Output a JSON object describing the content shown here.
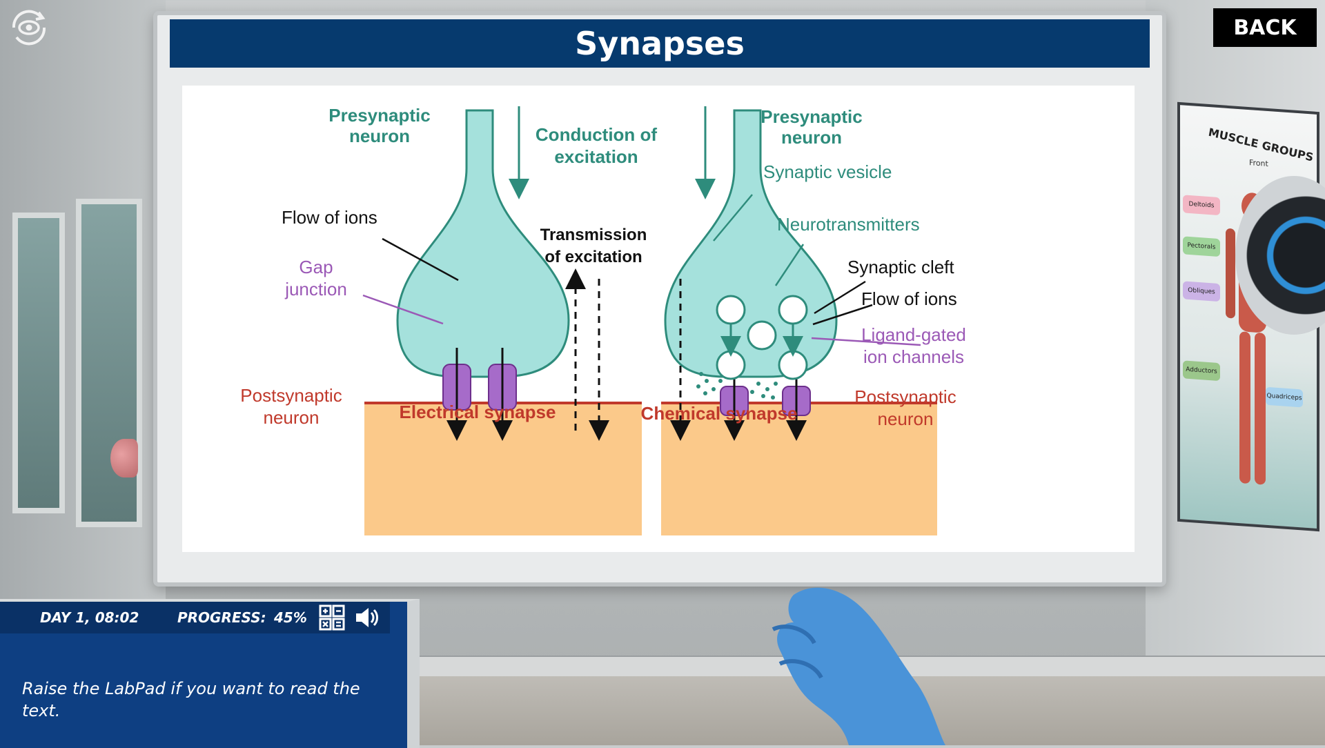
{
  "board": {
    "title": "Synapses"
  },
  "diagram": {
    "presynaptic_left_line1": "Presynaptic",
    "presynaptic_left_line2": "neuron",
    "conduction_line1": "Conduction of",
    "conduction_line2": "excitation",
    "presynaptic_right_line1": "Presynaptic",
    "presynaptic_right_line2": "neuron",
    "synaptic_vesicle": "Synaptic vesicle",
    "neurotransmitters": "Neurotransmitters",
    "flow_of_ions_left": "Flow of ions",
    "transmission_line1": "Transmission",
    "transmission_line2": "of excitation",
    "gap_junction_line1": "Gap",
    "gap_junction_line2": "junction",
    "synaptic_cleft": "Synaptic cleft",
    "flow_of_ions_right": "Flow of ions",
    "ligand_line1": "Ligand-gated",
    "ligand_line2": "ion channels",
    "postsynaptic_left_line1": "Postsynaptic",
    "postsynaptic_left_line2": "neuron",
    "electrical_synapse": "Electrical synapse",
    "chemical_synapse": "Chemical synapse",
    "postsynaptic_right_line1": "Postsynaptic",
    "postsynaptic_right_line2": "neuron",
    "colors": {
      "teal": "#2e8c7c",
      "neuron_fill": "#a5e1dc",
      "purple": "#9b59b6",
      "orange_text": "#c0392b",
      "postsynaptic_fill": "#fbc98a"
    }
  },
  "back_button": {
    "label": "BACK"
  },
  "poster": {
    "title": "MUSCLE GROUPS",
    "subtitle": "Front",
    "tags": [
      "Deltoids",
      "Pectorals",
      "Obliques",
      "Adductors",
      "Quadriceps"
    ]
  },
  "hud": {
    "day": "DAY 1, 08:02",
    "progress_label": "PROGRESS:",
    "progress_value": "45%",
    "progress_fraction": 0.45,
    "message": "Raise the LabPad if you want to read the text.",
    "icons": [
      "calculator-icon",
      "speaker-icon"
    ]
  },
  "top_left_icon": "view-rotate-icon"
}
